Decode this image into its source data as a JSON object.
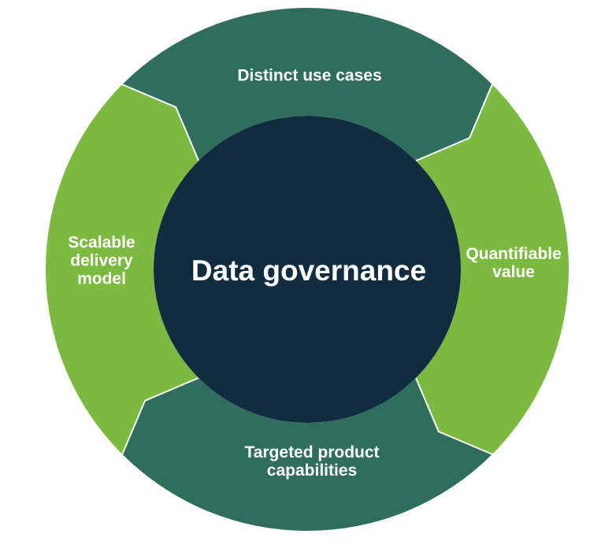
{
  "diagram": {
    "type": "cycle",
    "direction": "clockwise",
    "center_label": "Data governance",
    "segments": [
      {
        "position": "top",
        "label": "Distinct use cases",
        "color": "#2F6E5D"
      },
      {
        "position": "right",
        "label": "Quantifiable value",
        "color": "#7CB941"
      },
      {
        "position": "bottom",
        "label": "Targeted product capabilities",
        "color": "#2F6E5D"
      },
      {
        "position": "left",
        "label": "Scalable delivery model",
        "color": "#7CB941"
      }
    ],
    "colors": {
      "dark_teal": "#2F6E5D",
      "light_green": "#7CB941",
      "center_navy": "#102C3E",
      "separator": "#FFFFFF",
      "label_text": "#FFFFFF",
      "background": "#FFFFFF"
    }
  }
}
